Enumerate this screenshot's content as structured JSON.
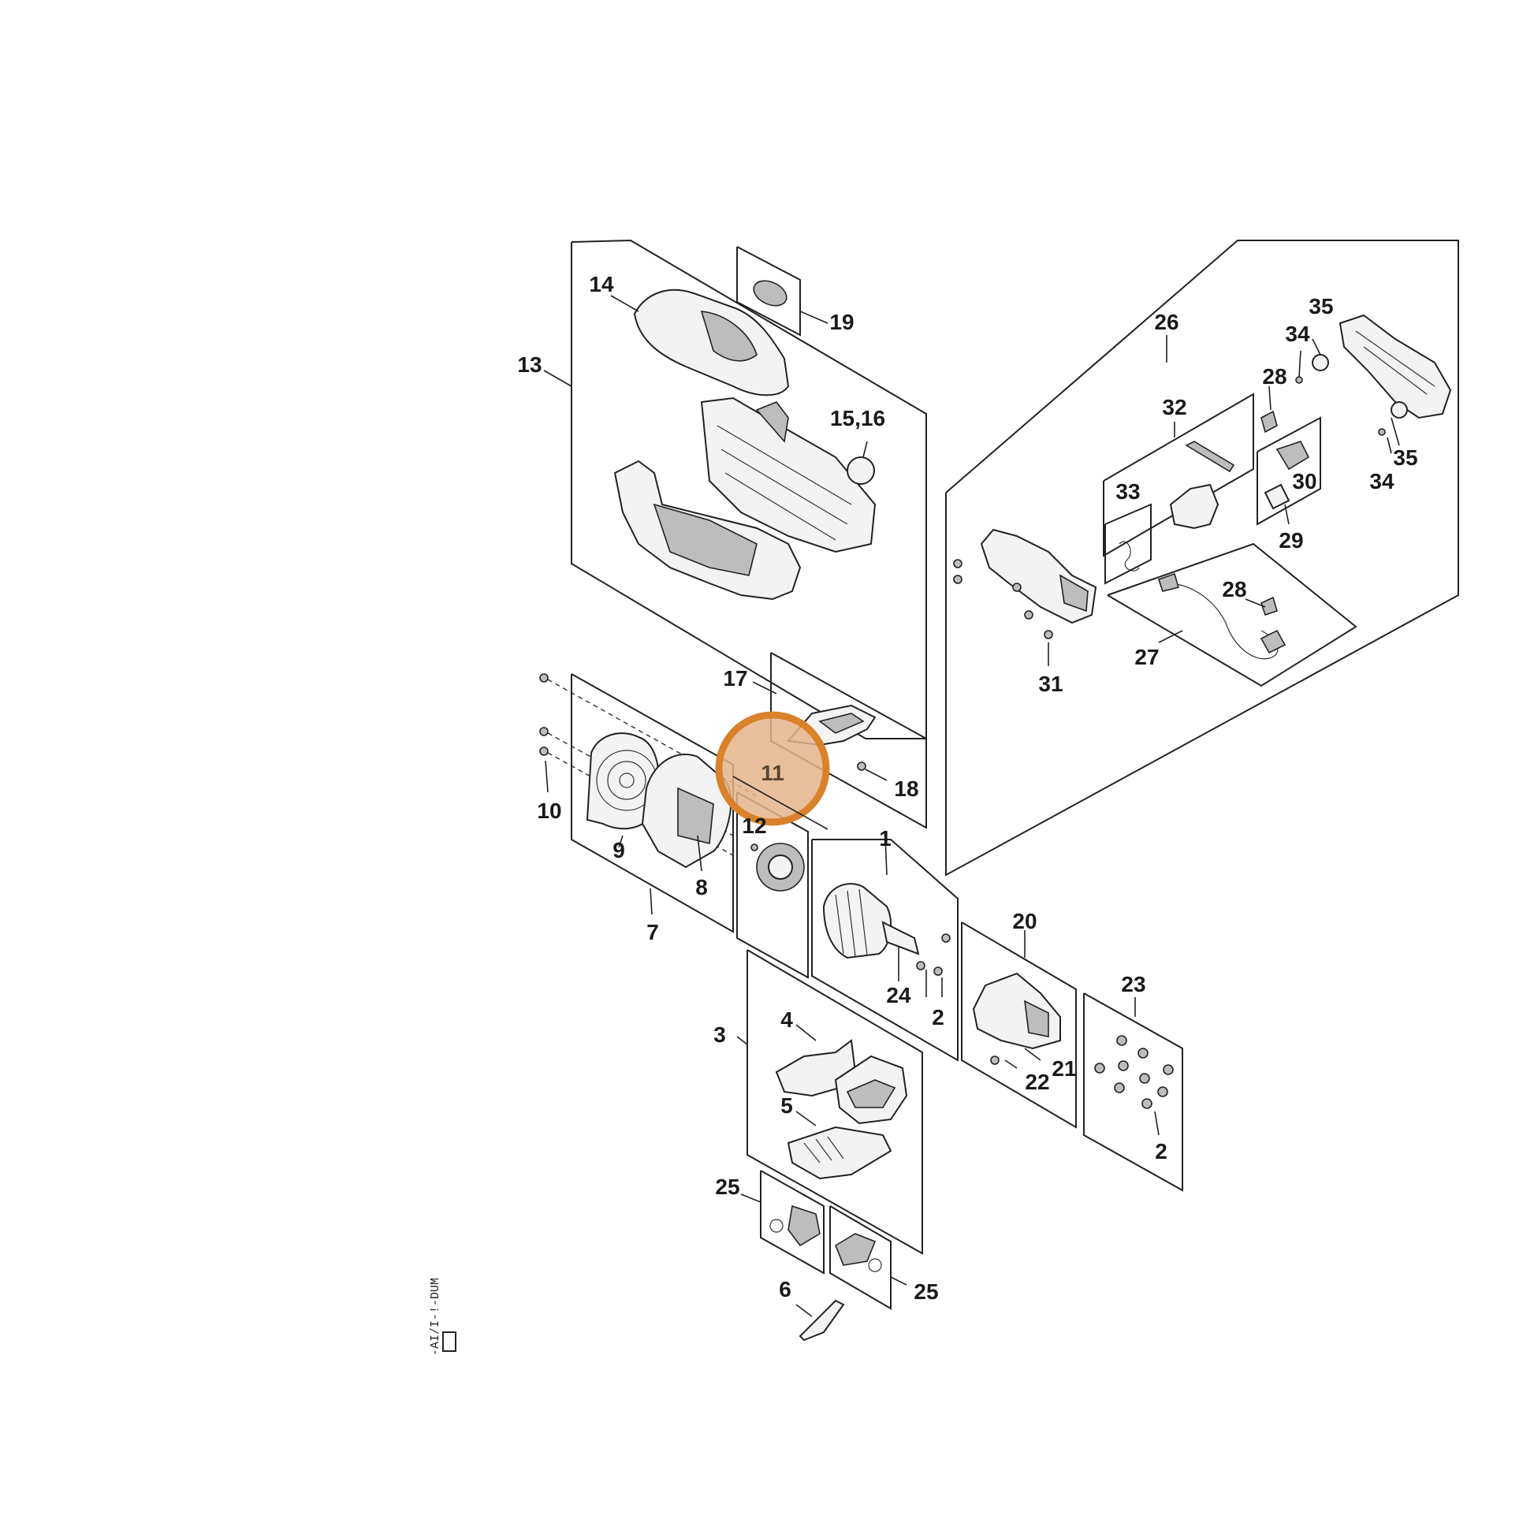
{
  "highlight": {
    "label": "11",
    "color": "#d9822b"
  },
  "labels": {
    "l1": "1",
    "l2a": "2",
    "l2b": "2",
    "l3": "3",
    "l4": "4",
    "l5": "5",
    "l6": "6",
    "l7": "7",
    "l8": "8",
    "l9": "9",
    "l10": "10",
    "l12": "12",
    "l13": "13",
    "l14": "14",
    "l1516": "15,16",
    "l17": "17",
    "l18": "18",
    "l19": "19",
    "l20": "20",
    "l21": "21",
    "l22": "22",
    "l23": "23",
    "l24": "24",
    "l25a": "25",
    "l25b": "25",
    "l26": "26",
    "l27": "27",
    "l28a": "28",
    "l28b": "28",
    "l29": "29",
    "l30": "30",
    "l31": "31",
    "l32": "32",
    "l33": "33",
    "l34a": "34",
    "l34b": "34",
    "l35a": "35",
    "l35b": "35"
  },
  "side_code": "-AI/I-!-DUM"
}
